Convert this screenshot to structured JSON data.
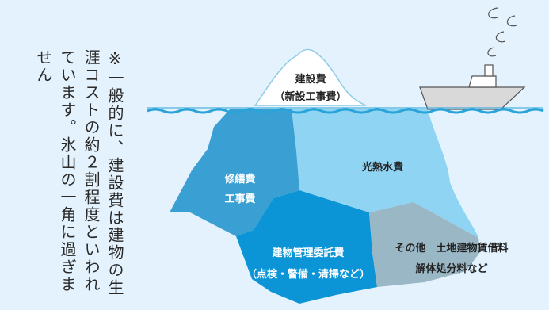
{
  "note": "※一般的に、建設費は建物の生涯コストの約２割程度といわれています。氷山の一角に過ぎません",
  "labels": {
    "tip_line1": "建設費",
    "tip_line2": "（新設工事費）",
    "utilities": "光熱水費",
    "repair_line1": "修繕費",
    "repair_line2": "工事費",
    "mgmt_line1": "建物管理委託費",
    "mgmt_line2": "（点検・警備・清掃など）",
    "other_line1": "その他　土地建物賃借料",
    "other_line2": "解体処分料など"
  },
  "colors": {
    "background": "#e3f2fc",
    "water": "#2aa3d9",
    "utilities": "#8fd4f2",
    "repair": "#3a9fd2",
    "management": "#0b95d6",
    "other": "#9ab7c6",
    "tip": "#ffffff",
    "ship": "#d8d8d8"
  }
}
